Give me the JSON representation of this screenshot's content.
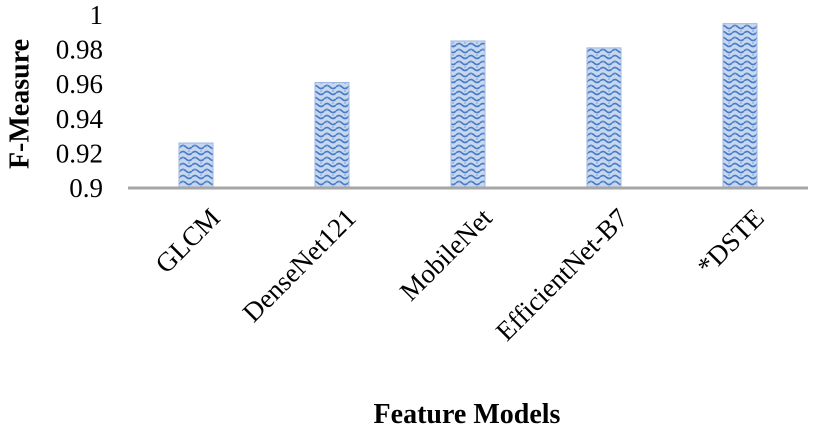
{
  "chart_data": {
    "type": "bar",
    "categories": [
      "GLCM",
      "DenseNet121",
      "MobileNet",
      "EfficientNet-B7",
      "*DSTE"
    ],
    "values": [
      0.926,
      0.961,
      0.985,
      0.981,
      0.995
    ],
    "xlabel": "Feature Models",
    "ylabel": "F-Measure",
    "ylim": [
      0.9,
      1
    ],
    "yticks": [
      "0.9",
      "0.92",
      "0.94",
      "0.96",
      "0.98",
      "1"
    ],
    "grid": false,
    "legend": "none",
    "colors": {
      "bar_fill": "#c6d7ef",
      "bar_pattern": "#4a7cc4",
      "bar_edge": "#9db7e0",
      "axis": "#a6a6a6"
    }
  }
}
